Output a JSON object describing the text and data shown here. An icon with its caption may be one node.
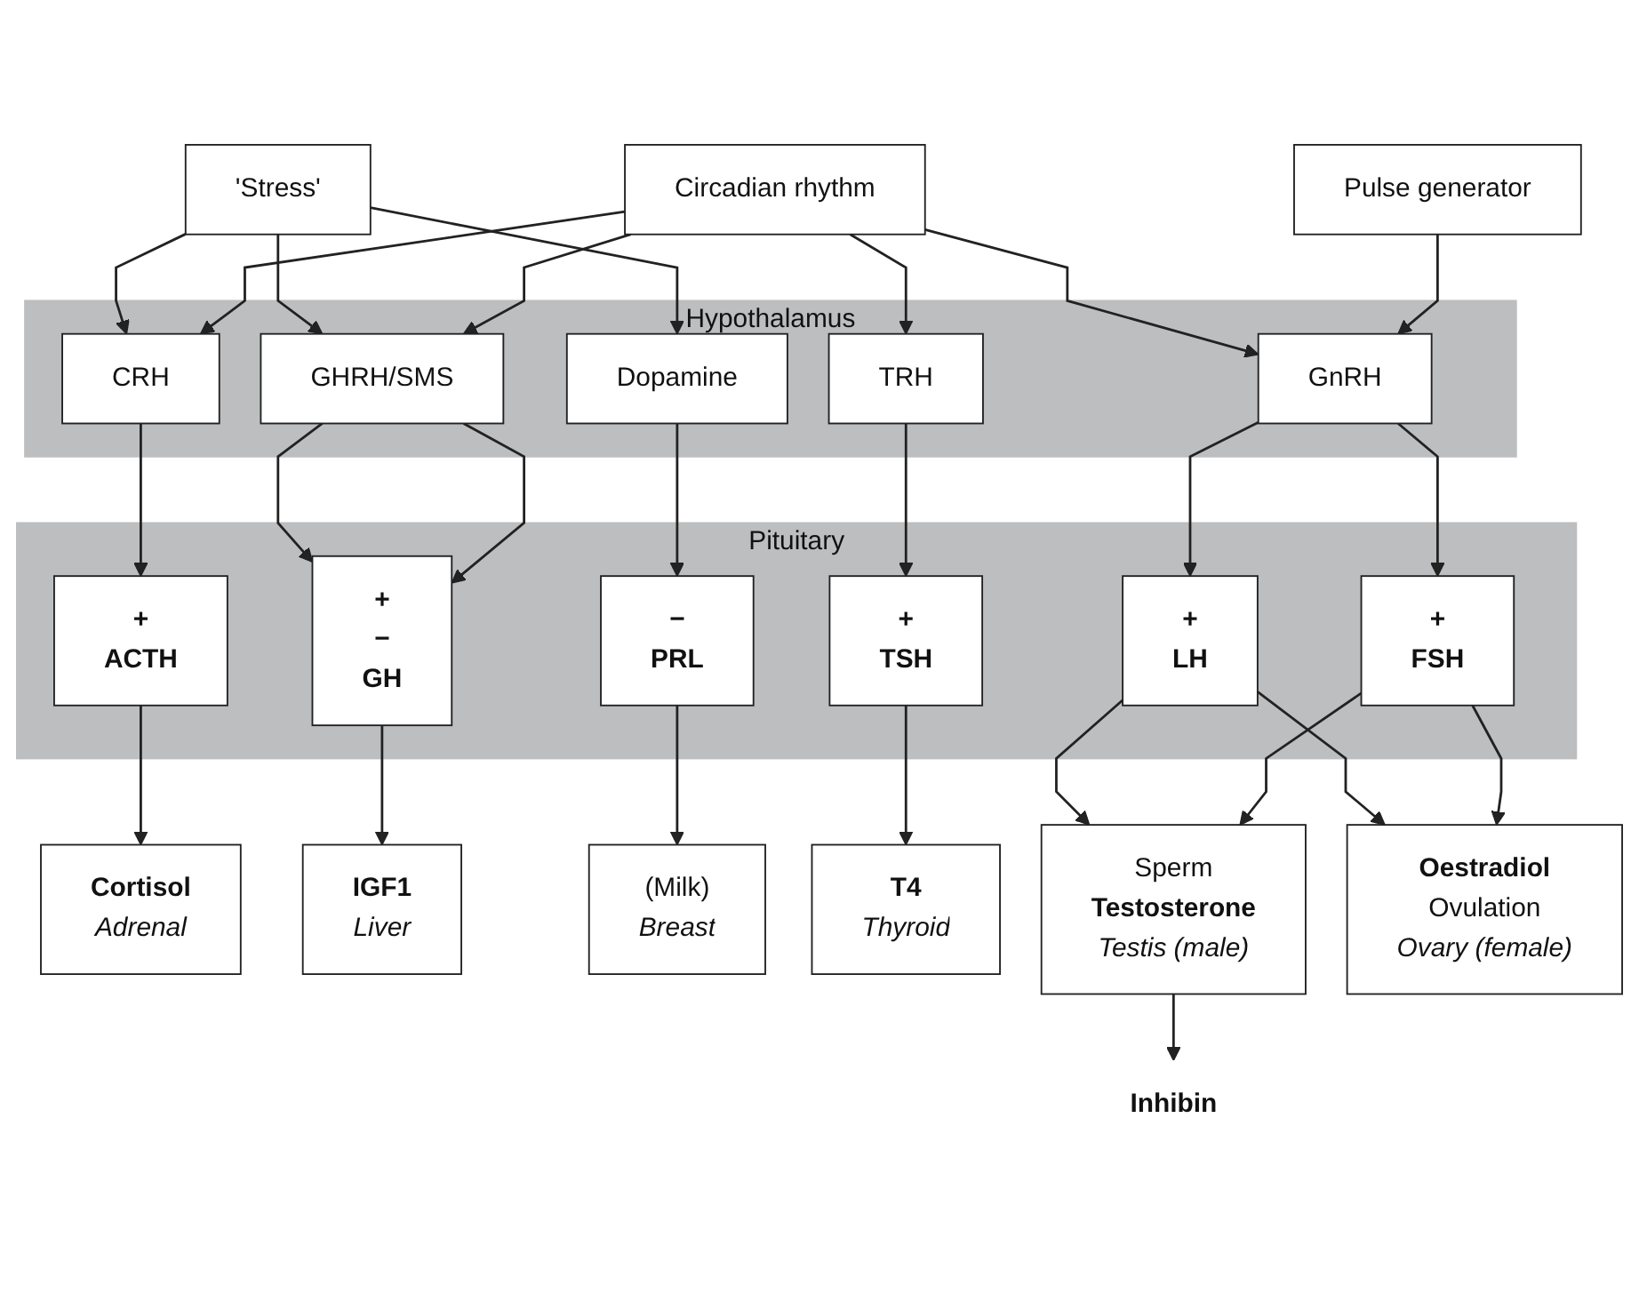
{
  "diagram": {
    "nodes": [
      {
        "text": [
          "'Stress'"
        ]
      },
      {
        "text": [
          "Circadian rhythm"
        ]
      },
      {
        "text": [
          "Pulse generator"
        ]
      },
      {
        "text": [
          "Hypothalamus"
        ]
      },
      {
        "text": [
          "CRH"
        ],
        "in": 3
      },
      {
        "text": [
          "GHRH/SMS"
        ],
        "in": 3
      },
      {
        "text": [
          "Dopamine"
        ],
        "in": 3
      },
      {
        "text": [
          "TRH"
        ],
        "in": 3
      },
      {
        "text": [
          "GnRH"
        ],
        "in": 3
      },
      {
        "text": [
          "Pituitary"
        ]
      },
      {
        "text": [
          "+",
          "ACTH"
        ],
        "in": 9
      },
      {
        "text": [
          "+",
          "−",
          "GH"
        ],
        "in": 9
      },
      {
        "text": [
          "−",
          "PRL"
        ],
        "in": 9
      },
      {
        "text": [
          "+",
          "TSH"
        ],
        "in": 9
      },
      {
        "text": [
          "+",
          "LH"
        ],
        "in": 9
      },
      {
        "text": [
          "+",
          "FSH"
        ],
        "in": 9
      },
      {
        "text": [
          "Cortisol",
          "Adrenal"
        ]
      },
      {
        "text": [
          "IGF1",
          "Liver"
        ]
      },
      {
        "text": [
          "(Milk)",
          "Breast"
        ]
      },
      {
        "text": [
          "T4",
          "Thyroid"
        ]
      },
      {
        "text": [
          "Inhibin"
        ]
      },
      {
        "text": [
          "Sperm",
          "Testosterone",
          "Testis (male)"
        ]
      },
      {
        "text": [
          "Oestradiol",
          "Ovulation",
          "Ovary (female)"
        ]
      }
    ],
    "edges": [
      {
        "from": 0,
        "to": 4,
        "arrow": "to"
      },
      {
        "from": 0,
        "to": 5,
        "arrow": "to"
      },
      {
        "from": 0,
        "to": 6,
        "arrow": "to"
      },
      {
        "from": 1,
        "to": 4,
        "arrow": "to"
      },
      {
        "from": 1,
        "to": 5,
        "arrow": "to"
      },
      {
        "from": 1,
        "to": 7,
        "arrow": "to"
      },
      {
        "from": 1,
        "to": 8,
        "arrow": "to"
      },
      {
        "from": 2,
        "to": 8,
        "arrow": "to"
      },
      {
        "from": 4,
        "to": 10,
        "arrow": "to"
      },
      {
        "from": 5,
        "to": 11,
        "arrow": "to"
      },
      {
        "from": 5,
        "to": 11,
        "arrow": "to"
      },
      {
        "from": 6,
        "to": 12,
        "arrow": "to"
      },
      {
        "from": 7,
        "to": 13,
        "arrow": "to"
      },
      {
        "from": 8,
        "to": 14,
        "arrow": "to"
      },
      {
        "from": 8,
        "to": 15,
        "arrow": "to"
      },
      {
        "from": 10,
        "to": 16,
        "arrow": "to"
      },
      {
        "from": 11,
        "to": 17,
        "arrow": "to"
      },
      {
        "from": 12,
        "to": 18,
        "arrow": "to"
      },
      {
        "from": 13,
        "to": 19,
        "arrow": "to"
      },
      {
        "from": 14,
        "to": 21,
        "arrow": "to"
      },
      {
        "from": 14,
        "to": 22,
        "arrow": "to"
      },
      {
        "from": 15,
        "to": 21,
        "arrow": "to"
      },
      {
        "from": 15,
        "to": 22,
        "arrow": "to"
      },
      {
        "from": 21,
        "to": 20,
        "arrow": "to"
      }
    ]
  }
}
